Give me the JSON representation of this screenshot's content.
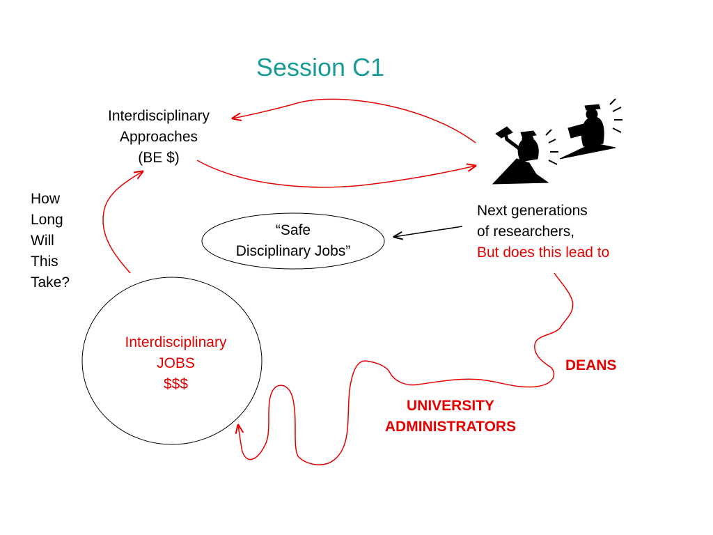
{
  "title": "Session C1",
  "colors": {
    "title": "#1a9c96",
    "red": "#e60000",
    "black": "#000000"
  },
  "approaches": {
    "lines": [
      "Interdisciplinary",
      "Approaches",
      "(BE $)"
    ]
  },
  "question": {
    "lines": [
      "How",
      "Long",
      "Will",
      "This",
      "Take?"
    ]
  },
  "safe_jobs": {
    "lines": [
      "“Safe",
      "Disciplinary Jobs”"
    ]
  },
  "next_generations": {
    "lines": [
      "Next generations",
      "of researchers,"
    ],
    "question_line": "But does this lead to"
  },
  "interdisciplinary_jobs": {
    "lines": [
      "Interdisciplinary",
      "JOBS",
      "$$$"
    ]
  },
  "deans": "DEANS",
  "administrators": {
    "lines": [
      "UNIVERSITY",
      "ADMINISTRATORS"
    ]
  },
  "icons": [
    "graduate-figures-icon"
  ]
}
